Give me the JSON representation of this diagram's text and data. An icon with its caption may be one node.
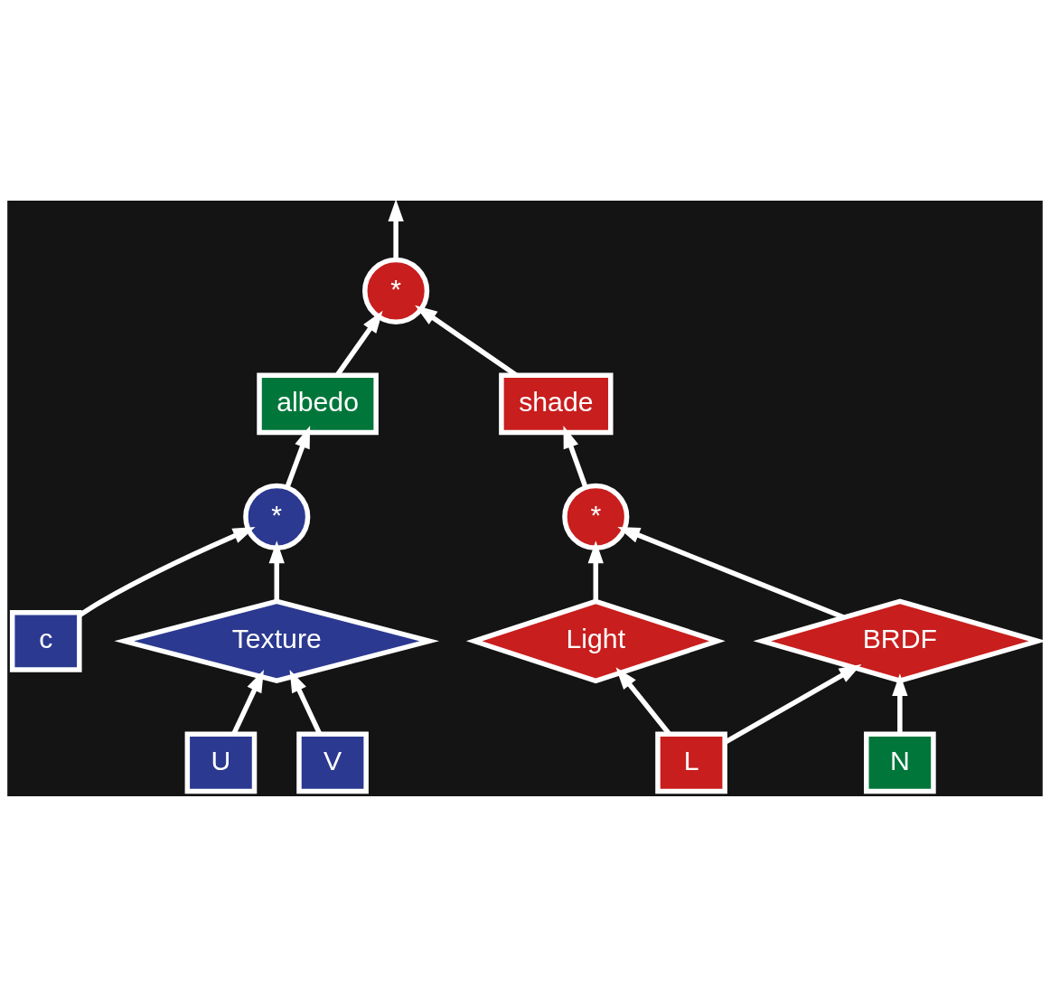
{
  "diagram": {
    "nodes": [
      {
        "text": [
          "*"
        ]
      },
      {
        "text": [
          "albedo"
        ]
      },
      {
        "text": [
          "shade"
        ]
      },
      {
        "text": [
          "*"
        ]
      },
      {
        "text": [
          "*"
        ]
      },
      {
        "text": [
          "c"
        ]
      },
      {
        "text": [
          "Texture"
        ]
      },
      {
        "text": [
          "Light"
        ]
      },
      {
        "text": [
          "BRDF"
        ]
      },
      {
        "text": [
          "U"
        ]
      },
      {
        "text": [
          "V"
        ]
      },
      {
        "text": [
          "L"
        ]
      },
      {
        "text": [
          "N"
        ]
      }
    ],
    "edges": [
      {
        "from": 0,
        "to": null,
        "arrow": "to"
      },
      {
        "from": 1,
        "to": 0,
        "arrow": "to"
      },
      {
        "from": 2,
        "to": 0,
        "arrow": "to"
      },
      {
        "from": 3,
        "to": 1,
        "arrow": "to"
      },
      {
        "from": 4,
        "to": 2,
        "arrow": "to"
      },
      {
        "from": 5,
        "to": 3,
        "arrow": "to"
      },
      {
        "from": 6,
        "to": 3,
        "arrow": "to"
      },
      {
        "from": 7,
        "to": 4,
        "arrow": "to"
      },
      {
        "from": 8,
        "to": 4,
        "arrow": "to"
      },
      {
        "from": 9,
        "to": 6,
        "arrow": "to"
      },
      {
        "from": 10,
        "to": 6,
        "arrow": "to"
      },
      {
        "from": 11,
        "to": 7,
        "arrow": "to"
      },
      {
        "from": 11,
        "to": 8,
        "arrow": "to"
      },
      {
        "from": 12,
        "to": 8,
        "arrow": "to"
      }
    ]
  }
}
